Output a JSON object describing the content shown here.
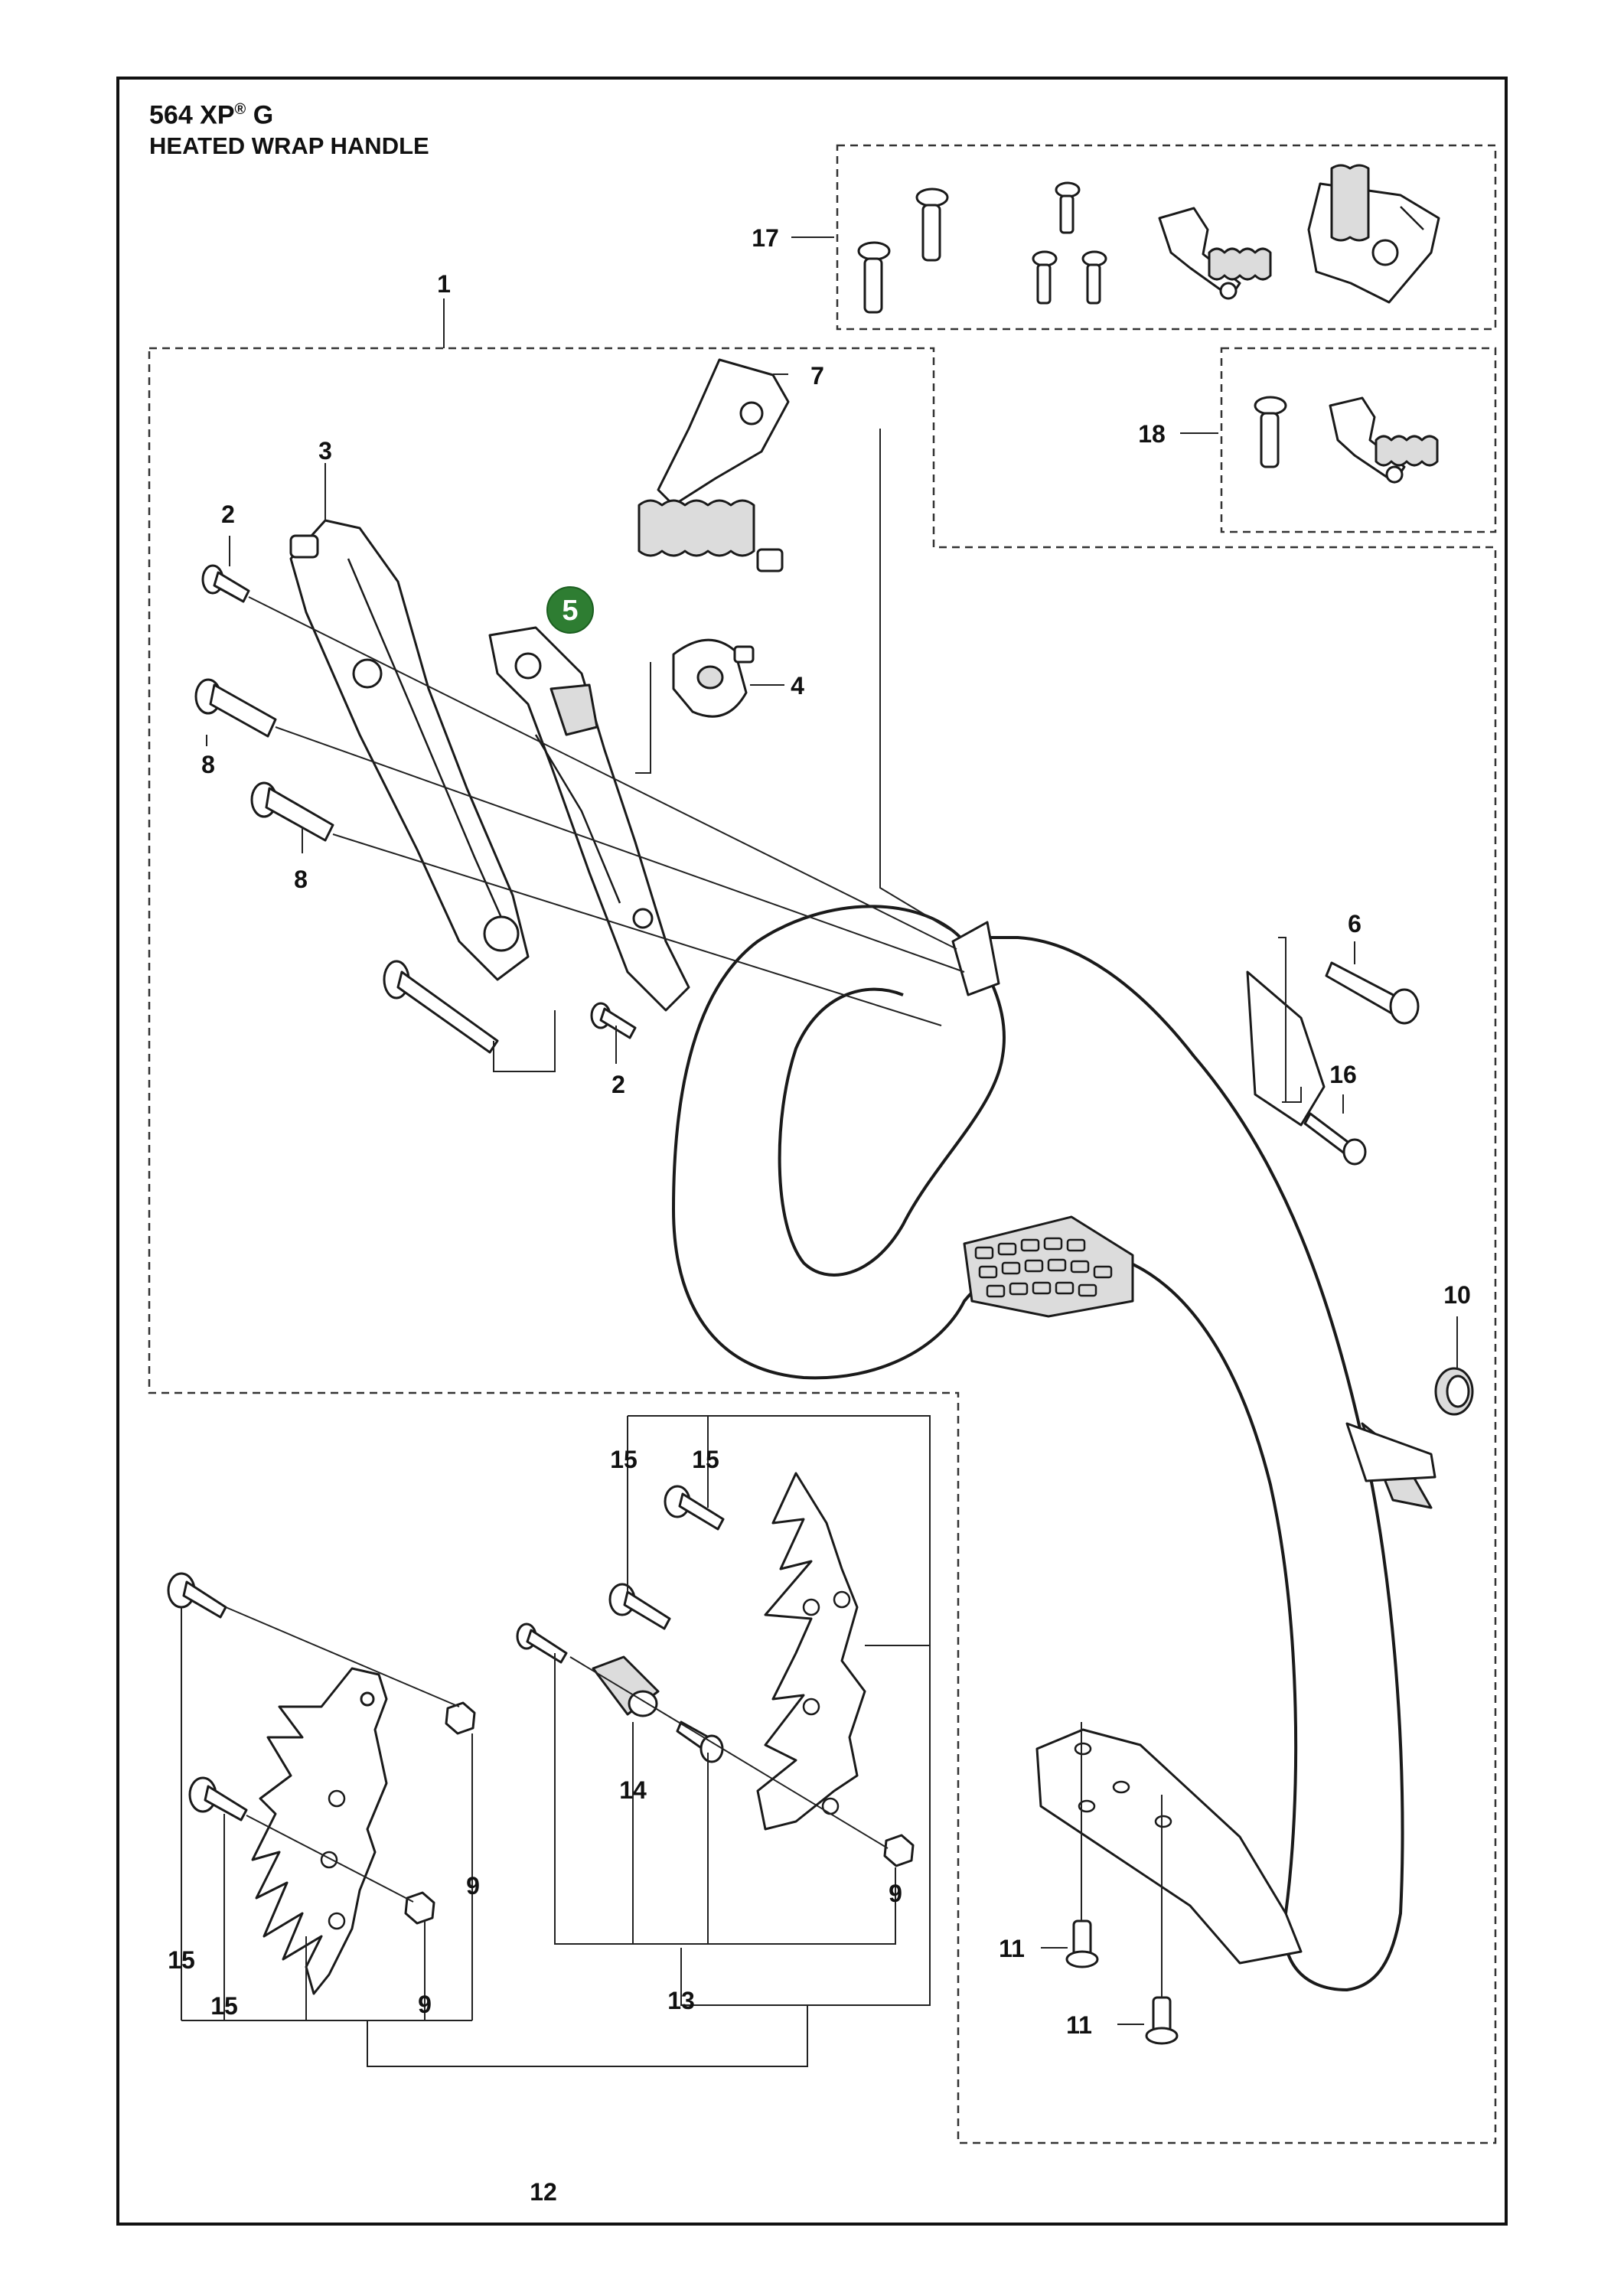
{
  "header": {
    "model": "564 XP",
    "model_mark": "®",
    "model_suffix": "G",
    "title": "HEATED WRAP HANDLE"
  },
  "highlight": {
    "label": "5",
    "color": "#2e7d32"
  },
  "callouts": [
    {
      "id": "1",
      "label": "1"
    },
    {
      "id": "2a",
      "label": "2"
    },
    {
      "id": "2b",
      "label": "2"
    },
    {
      "id": "3",
      "label": "3"
    },
    {
      "id": "4",
      "label": "4"
    },
    {
      "id": "6",
      "label": "6"
    },
    {
      "id": "7",
      "label": "7"
    },
    {
      "id": "8a",
      "label": "8"
    },
    {
      "id": "8b",
      "label": "8"
    },
    {
      "id": "9a",
      "label": "9"
    },
    {
      "id": "9b",
      "label": "9"
    },
    {
      "id": "9c",
      "label": "9"
    },
    {
      "id": "10",
      "label": "10"
    },
    {
      "id": "11a",
      "label": "11"
    },
    {
      "id": "11b",
      "label": "11"
    },
    {
      "id": "12",
      "label": "12"
    },
    {
      "id": "13",
      "label": "13"
    },
    {
      "id": "14",
      "label": "14"
    },
    {
      "id": "15a",
      "label": "15"
    },
    {
      "id": "15b",
      "label": "15"
    },
    {
      "id": "15c",
      "label": "15"
    },
    {
      "id": "15d",
      "label": "15"
    },
    {
      "id": "16",
      "label": "16"
    },
    {
      "id": "17",
      "label": "17"
    },
    {
      "id": "18",
      "label": "18"
    }
  ]
}
